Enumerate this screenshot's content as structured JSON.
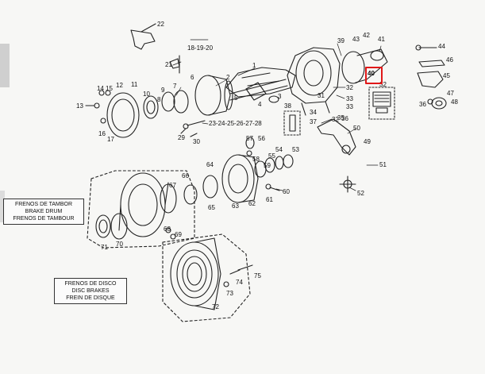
{
  "colors": {
    "ink": "#222222",
    "paper": "#f7f7f5",
    "highlight": "#e01818"
  },
  "highlighted_part": "40",
  "drum_brakes_box": {
    "line1": "FRENOS DE TAMBOR",
    "line2": "BRAKE DRUM",
    "line3": "FRENOS DE TAMBOUR"
  },
  "disc_brakes_box": {
    "line1": "FRENOS DE DISCO",
    "line2": "DISC BRAKES",
    "line3": "FREIN DE DISQUE"
  },
  "labels": {
    "p1": "1",
    "p2": "2",
    "p3": "3",
    "p4": "4",
    "p5": "5",
    "p6": "6",
    "p7": "7",
    "p8": "8",
    "p9": "9",
    "p10": "10",
    "p11": "11",
    "p12": "12",
    "p13": "13",
    "p14": "14",
    "p15": "15",
    "p16": "16",
    "p17": "17",
    "p18_19_20": "18-19-20",
    "p21": "21",
    "p22": "22",
    "p23_28": "23-24-25-26-27-28",
    "p29": "29",
    "p30": "30",
    "p31": "31",
    "p32a": "32",
    "p32b": "32",
    "p32c": "32",
    "p33a": "33",
    "p33b": "33",
    "p34": "34",
    "p35": "35",
    "p36a": "36",
    "p36b": "36",
    "p37": "37",
    "p38": "38",
    "p39": "39",
    "p40": "40",
    "p41": "41",
    "p42": "42",
    "p43": "43",
    "p44": "44",
    "p45": "45",
    "p46": "46",
    "p47": "47",
    "p48": "48",
    "p49": "49",
    "p50": "50",
    "p51": "51",
    "p52": "52",
    "p53": "53",
    "p54": "54",
    "p55": "55",
    "p56": "56",
    "p57": "57",
    "p58": "58",
    "p59": "59",
    "p60": "60",
    "p61": "61",
    "p62": "62",
    "p63": "63",
    "p64": "64",
    "p65": "65",
    "p66": "66",
    "p67": "67",
    "p68": "68",
    "p69": "69",
    "p70": "70",
    "p71": "71",
    "p72": "72",
    "p73": "73",
    "p74": "74",
    "p75": "75"
  }
}
